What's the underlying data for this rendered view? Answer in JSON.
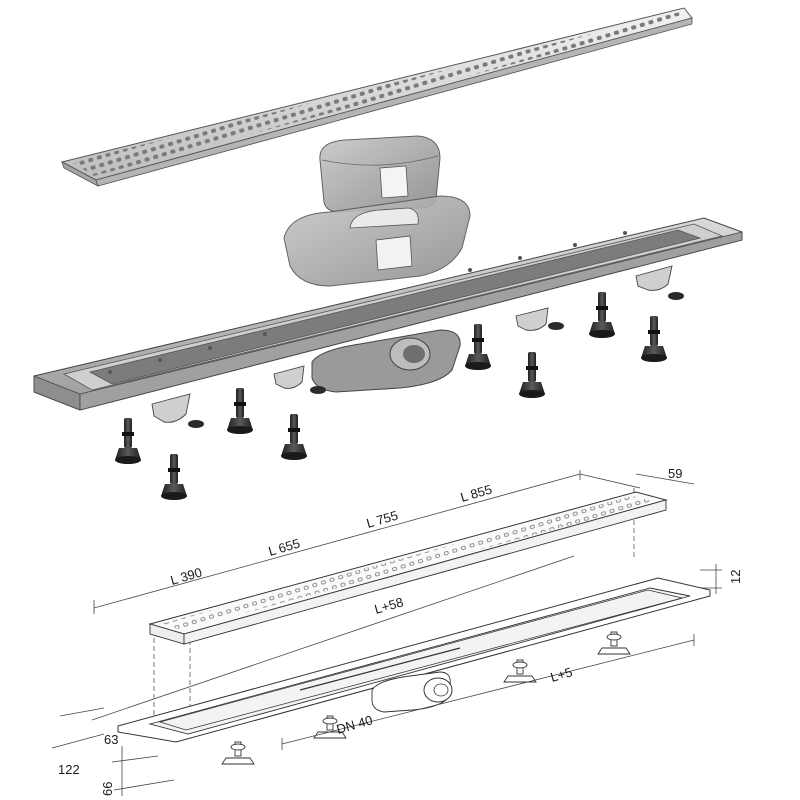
{
  "diagram": {
    "labels": {
      "l390": "L 390",
      "l655": "L 655",
      "l755": "L 755",
      "l855": "L 855",
      "w59": "59",
      "h12": "12",
      "l58": "L+58",
      "l5": "L+5",
      "dn40": "DN 40",
      "d63": "63",
      "d122": "122",
      "d66": "66"
    },
    "colors": {
      "metal_light": "#e2e2e2",
      "metal_mid": "#b9b9b9",
      "metal_dark": "#8a8a8a",
      "plastic": "#9a9a9a",
      "leg": "#2b2b2b",
      "line": "#3a3a3a"
    }
  }
}
